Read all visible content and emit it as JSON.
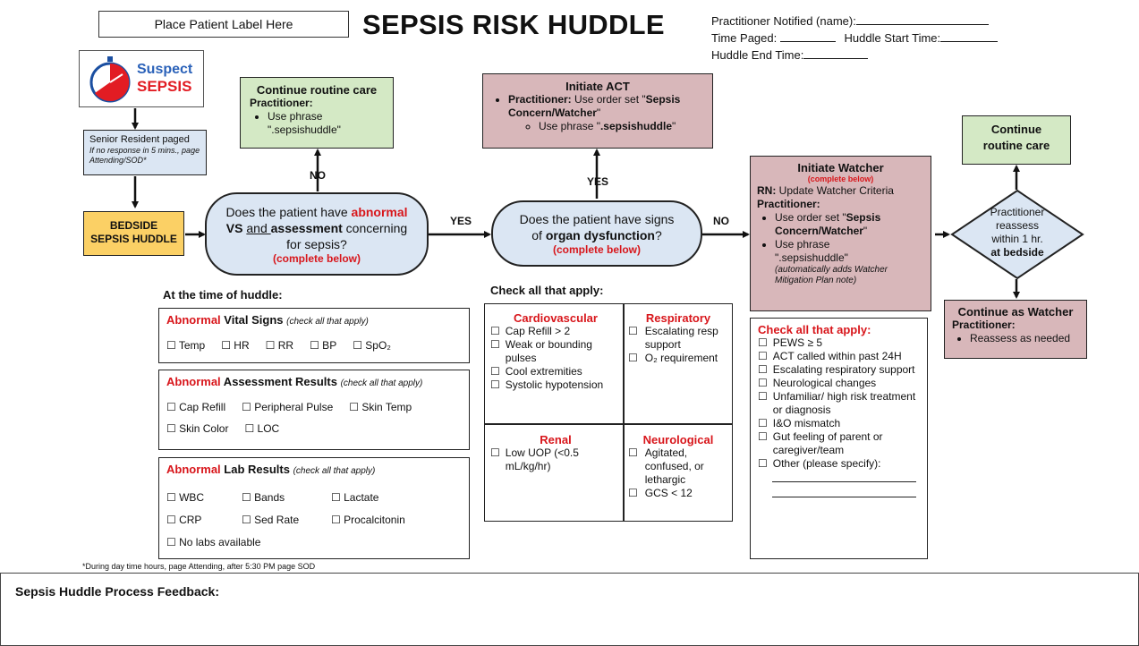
{
  "header": {
    "patient_label": "Place Patient Label Here",
    "title": "SEPSIS RISK HUDDLE",
    "practitioner_notified": "Practitioner Notified (name):",
    "time_paged": "Time Paged:",
    "huddle_start": "Huddle Start Time:",
    "huddle_end": "Huddle End Time:"
  },
  "logo": {
    "line1": "Suspect",
    "line2": "SEPSIS"
  },
  "senior_resident": {
    "title": "Senior Resident paged",
    "note": "If no response in 5 mins., page Attending/SOD*"
  },
  "bedside": {
    "label": "BEDSIDE SEPSIS HUDDLE"
  },
  "continue_routine_left": {
    "title": "Continue routine care",
    "practitioner": "Practitioner:",
    "bullet1": "Use phrase",
    "bullet1b": "\".sepsishuddle\""
  },
  "initiate_act": {
    "title": "Initiate ACT",
    "practitioner": "Practitioner:",
    "text1": " Use order set \"",
    "text1b": "Sepsis Concern/Watcher",
    "text1c": "\"",
    "text2": "Use phrase \"",
    "text2b": ".sepsishuddle",
    "text2c": "\""
  },
  "q1": {
    "t1": "Does the patient have ",
    "t2": "abnormal",
    "t3": "VS",
    "t4": " and ",
    "t5": "assessment",
    "t6": " concerning",
    "t7": "for sepsis?",
    "t8": "(complete below)"
  },
  "q2": {
    "t1": "Does the patient have signs",
    "t2": "of ",
    "t3": "organ dysfunction",
    "t4": "?",
    "t5": "(complete below)"
  },
  "arrows": {
    "no1": "NO",
    "yes1": "YES",
    "yes2": "YES",
    "no2": "NO"
  },
  "watcher": {
    "title": "Initiate Watcher",
    "sub": "(complete below)",
    "rn": "RN:",
    "rn_text": " Update Watcher Criteria",
    "practitioner": "Practitioner:",
    "b1": "Use order set \"",
    "b1b": "Sepsis Concern/Watcher",
    "b1c": "\"",
    "b2": "Use phrase",
    "b2b": "\".sepsishuddle\"",
    "note": "(automatically adds Watcher Mitigation Plan note)"
  },
  "continue_routine_right": {
    "title": "Continue routine care"
  },
  "diamond": {
    "t1": "Practitioner",
    "t2": "reassess",
    "t3": "within 1 hr.",
    "t4": "at bedside"
  },
  "continue_watcher": {
    "title": "Continue as Watcher",
    "practitioner": "Practitioner:",
    "b1": "Reassess as needed"
  },
  "huddle_section": {
    "heading": "At the time of huddle:",
    "vitals": {
      "abn": "Abnormal",
      "title": " Vital Signs ",
      "hint": "(check all that apply)",
      "items": [
        "☐ Temp",
        "☐ HR",
        "☐ RR",
        "☐ BP",
        "☐ SpO₂"
      ]
    },
    "assessment": {
      "abn": "Abnormal",
      "title": " Assessment Results ",
      "hint": "(check all that apply)",
      "row1": [
        "☐ Cap Refill",
        "☐ Peripheral Pulse",
        "☐ Skin Temp"
      ],
      "row2": [
        "☐ Skin Color",
        "☐ LOC"
      ]
    },
    "labs": {
      "abn": "Abnormal",
      "title": " Lab Results ",
      "hint": "(check all that apply)",
      "row1": [
        "☐ WBC",
        "☐ Bands",
        "☐ Lactate"
      ],
      "row2": [
        "☐ CRP",
        "☐ Sed Rate",
        "☐ Procalcitonin"
      ],
      "row3": [
        "☐ No labs available"
      ]
    },
    "footnote": "*During day time hours, page Attending, after 5:30 PM page SOD"
  },
  "organ_section": {
    "heading": "Check all that apply:",
    "cardio": {
      "title": "Cardiovascular",
      "items": [
        "Cap Refill > 2",
        "Weak or bounding pulses",
        "Cool extremities",
        "Systolic hypotension"
      ]
    },
    "resp": {
      "title": "Respiratory",
      "items": [
        "Escalating resp support",
        "O₂ requirement"
      ]
    },
    "renal": {
      "title": "Renal",
      "items": [
        "Low UOP (<0.5 mL/kg/hr)"
      ]
    },
    "neuro": {
      "title": "Neurological",
      "items": [
        "Agitated, confused, or lethargic",
        "GCS < 12"
      ]
    }
  },
  "watcher_checklist": {
    "title": "Check all that apply:",
    "items": [
      "PEWS ≥ 5",
      "ACT called within past 24H",
      "Escalating respiratory support",
      "Neurological changes",
      "Unfamiliar/ high risk treatment or diagnosis",
      "I&O mismatch",
      "Gut feeling of parent or caregiver/team",
      "Other (please specify):"
    ]
  },
  "feedback": {
    "label": "Sepsis Huddle Process Feedback:"
  }
}
